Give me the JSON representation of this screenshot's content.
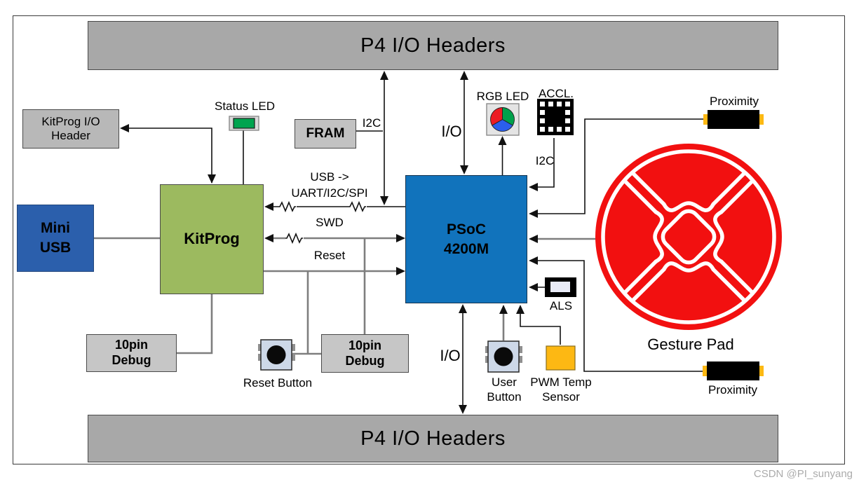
{
  "diagram": {
    "watermark": "CSDN @PI_sunyang",
    "top_header": "P4 I/O Headers",
    "bottom_header": "P4 I/O Headers",
    "blocks": {
      "kitprog_io_header": {
        "lines": [
          "KitProg I/O",
          "Header"
        ]
      },
      "mini_usb": {
        "lines": [
          "Mini",
          "USB"
        ]
      },
      "kitprog": {
        "label": "KitProg"
      },
      "psoc": {
        "lines": [
          "PSoC",
          "4200M"
        ]
      },
      "fram": {
        "label": "FRAM"
      },
      "debug_left": {
        "lines": [
          "10pin",
          "Debug"
        ]
      },
      "debug_right": {
        "lines": [
          "10pin",
          "Debug"
        ]
      }
    },
    "labels": {
      "status_led": "Status LED",
      "fram_i2c": "I2C",
      "usb_bridge_line1": "USB ->",
      "usb_bridge_line2": "UART/I2C/SPI",
      "swd": "SWD",
      "reset": "Reset",
      "io_top": "I/O",
      "io_bottom": "I/O",
      "rgb_led": "RGB LED",
      "accl": "ACCL.",
      "accl_i2c": "I2C",
      "als": "ALS",
      "proximity_top": "Proximity",
      "proximity_bottom": "Proximity",
      "gesture_pad": "Gesture Pad",
      "reset_button": "Reset Button",
      "user_button": {
        "lines": [
          "User",
          "Button"
        ]
      },
      "pwm_sensor": {
        "lines": [
          "PWM Temp",
          "Sensor"
        ]
      }
    },
    "colors": {
      "kitprog-green": "#9CBA5F",
      "psoc-blue": "#1173BC",
      "usb-blue": "#2B5FAC",
      "bar-gray": "#A8A8A8",
      "box-gray": "#C6C6C6",
      "header-box-gray": "#B8B8B8",
      "fram-gray": "#C2C2C2",
      "gesture-red": "#F21010",
      "pwm-orange": "#FDB813",
      "led-green": "#00A44F",
      "button-face": "#CDD8E8",
      "als-inner": "#E9EBF7",
      "wire-gray": "#7E7E7E",
      "watermark-gray": "#ABABAB"
    }
  }
}
